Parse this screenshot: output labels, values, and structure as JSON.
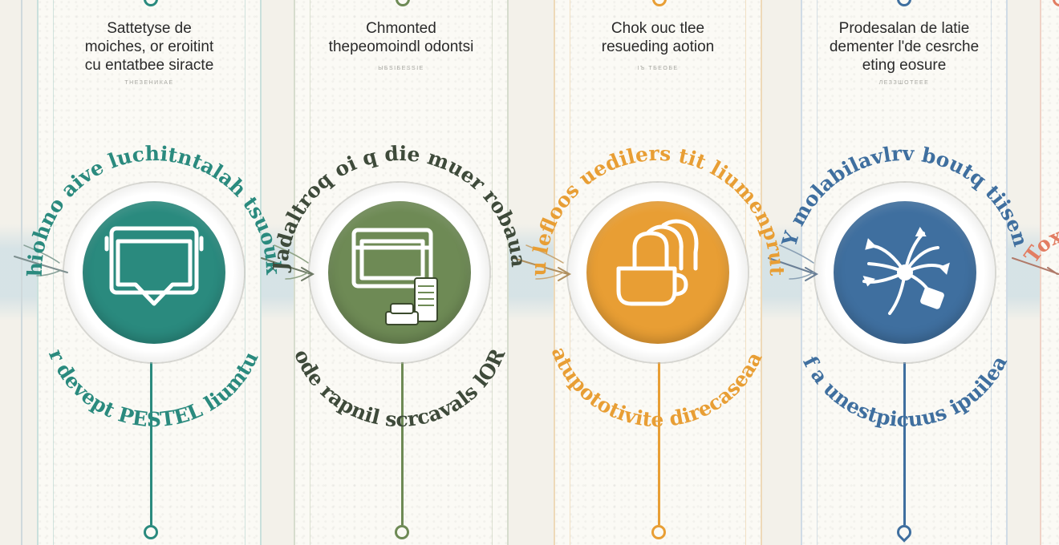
{
  "colors": {
    "teal": "#2a8a7e",
    "olive": "#6e8a55",
    "orange": "#e89e34",
    "blue": "#3f6f9f",
    "coral": "#e27d62",
    "band": "#cddfe4"
  },
  "steps": [
    {
      "title_lines": [
        "Sattetyse de",
        "moiches, or eroitint",
        "cu entatbee siracte"
      ],
      "subtitle": "ТНЕЗЕНИКАЕ",
      "arc_top": "thiohno aive luchitntalah tsuouks",
      "arc_bottom": "mer devept PESTEL liumtupt ·",
      "icon": "shield-folder-icon"
    },
    {
      "title_lines": [
        "Chmonted",
        "thepeomoindl odontsi"
      ],
      "subtitle": "ЫБSIБЕSSIЕ",
      "arc_top": "t lJadaltroq oi q die muer robauahe",
      "arc_bottom": "ovbode rapnil scrcavals lORTSI",
      "icon": "laptop-documents-icon"
    },
    {
      "title_lines": [
        "Chok ouc tlee",
        "resueding aotion"
      ],
      "subtitle": "ІЪ ТБЕОБЕ",
      "arc_top": "tlocu lefloos uedilers tit liumenprutitus",
      "arc_bottom": "ttoo atupototivite direcaseaatiime",
      "icon": "coffee-cup-icon"
    },
    {
      "title_lines": [
        "Prodesalan de latie",
        "dementer l'de cesrche",
        "eting eosure"
      ],
      "subtitle": "ЛЕЗЗШОТЕЕЕ",
      "arc_top": "Y molabilavlrv boutq tiisen",
      "arc_bottom": "theef a unestpicuus ipuileagust",
      "icon": "network-hub-icon"
    },
    {
      "title_lines": [],
      "subtitle": "",
      "arc_top": "Toxi",
      "arc_bottom": "",
      "icon": ""
    }
  ]
}
